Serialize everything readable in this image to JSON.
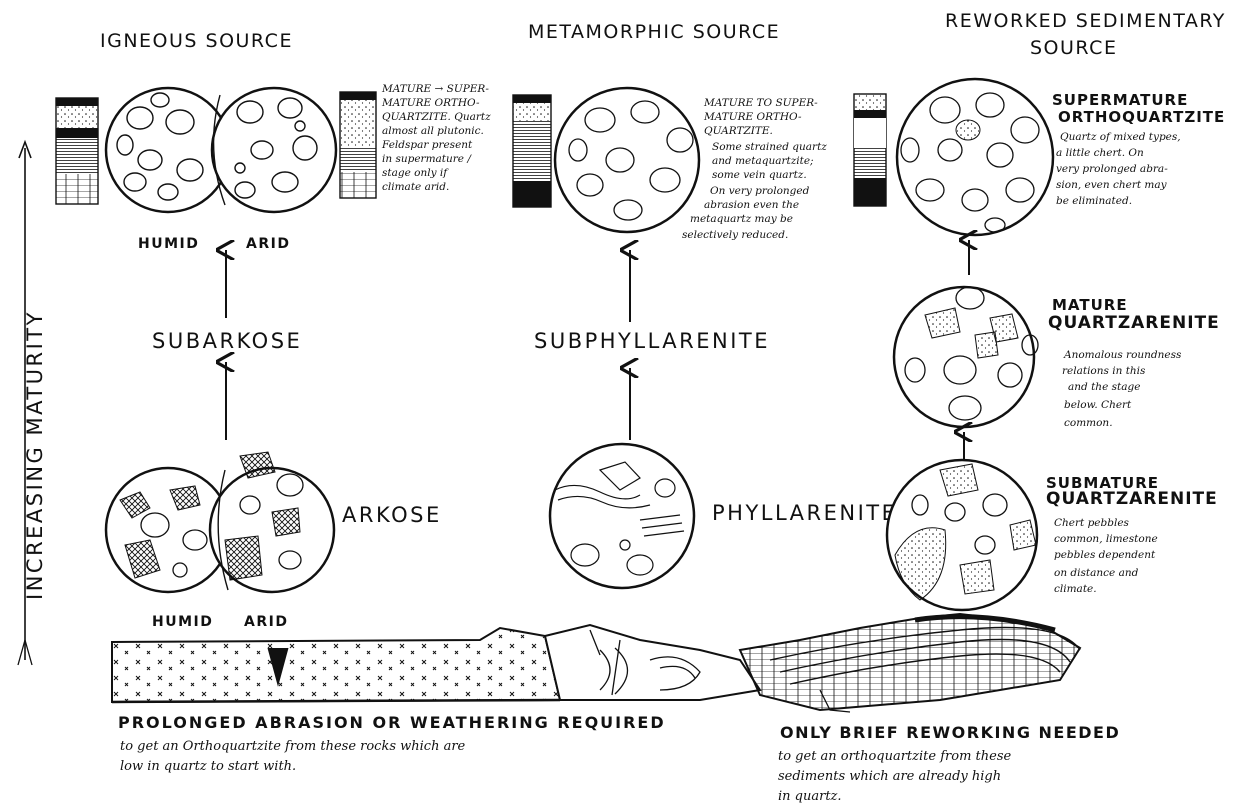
{
  "titles": {
    "igneous": "IGNEOUS SOURCE",
    "metamorphic": "METAMORPHIC SOURCE",
    "reworked_1": "REWORKED SEDIMENTARY",
    "reworked_2": "SOURCE"
  },
  "side_label": "INCREASING MATURITY",
  "igneous": {
    "top_left": "HUMID",
    "top_right": "ARID",
    "middle": "SUBARKOSE",
    "bottom_label": "ARKOSE",
    "bottom_left": "HUMID",
    "bottom_right": "ARID",
    "note": [
      "MATURE → SUPER-",
      "MATURE ORTHO-",
      "QUARTZITE. Quartz",
      "almost all plutonic.",
      "Feldspar present",
      "in supermature /",
      "stage only if",
      "climate arid."
    ]
  },
  "metamorphic": {
    "middle": "SUBPHYLLARENITE",
    "bottom_label": "PHYLLARENITE",
    "note": [
      "MATURE TO SUPER-",
      "MATURE ORTHO-",
      "QUARTZITE.",
      "Some strained quartz",
      "and metaquartzite;",
      "some vein quartz.",
      "On very prolonged",
      "abrasion even the",
      "metaquartz may be",
      "selectively reduced."
    ]
  },
  "reworked": {
    "top_title_1": "SUPERMATURE",
    "top_title_2": "ORTHOQUARTZITE",
    "top_note": [
      "Quartz of mixed types,",
      "a little chert. On",
      "very prolonged abra-",
      "sion, even chert may",
      "be eliminated."
    ],
    "mid_title_1": "MATURE",
    "mid_title_2": "QUARTZARENITE",
    "mid_note": [
      "Anomalous roundness",
      "relations in this",
      "and the stage",
      "below. Chert",
      "common."
    ],
    "low_title_1": "SUBMATURE",
    "low_title_2": "QUARTZARENITE",
    "low_note": [
      "Chert pebbles",
      "common, limestone",
      "pebbles dependent",
      "on distance and",
      "climate."
    ]
  },
  "bottom_left_text": [
    "PROLONGED ABRASION OR WEATHERING REQUIRED",
    "to get an Orthoquartzite from these rocks which are",
    "low in quartz to start with."
  ],
  "bottom_right_text": [
    "ONLY BRIEF REWORKING NEEDED",
    "to get an orthoquartzite from these",
    "sediments which are already high",
    "in quartz."
  ]
}
